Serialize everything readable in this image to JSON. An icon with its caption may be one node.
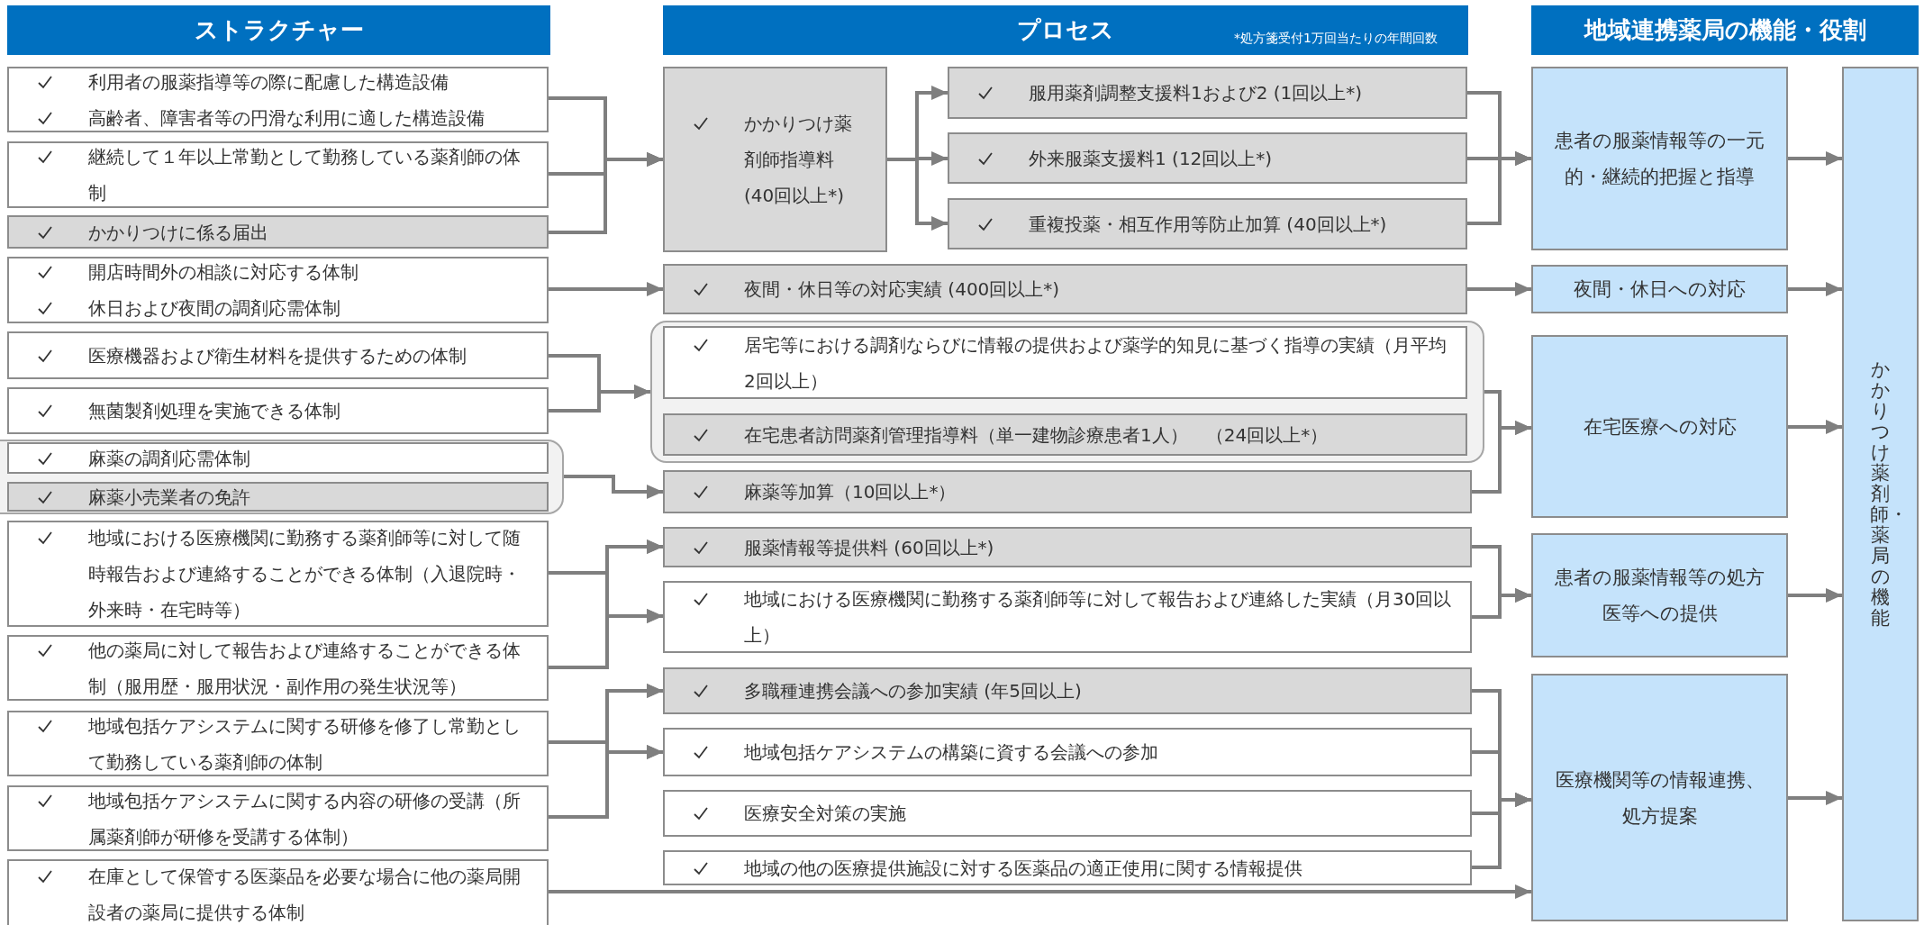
{
  "diagram": {
    "nodes": [
      {
        "text": [
          "ストラクチャー"
        ]
      },
      {
        "text": [
          "プロセス",
          "*処方箋受付1万回当たりの年間回数"
        ]
      },
      {
        "text": [
          "地域連携薬局の機能・役割"
        ]
      },
      {
        "text": [
          "利用者の服薬指導等の際に配慮した構造設備",
          "高齢者、障害者等の円滑な利用に適した構造設備"
        ]
      },
      {
        "text": [
          "継続して１年以上常勤として勤務している薬剤師の体制"
        ]
      },
      {
        "text": [
          "かかりつけに係る届出"
        ]
      },
      {
        "text": [
          "開店時間外の相談に対応する体制",
          "休日および夜間の調剤応需体制"
        ]
      },
      {
        "text": [
          "医療機器および衛生材料を提供するための体制"
        ]
      },
      {
        "text": [
          "無菌製剤処理を実施できる体制"
        ]
      },
      {
        "text": [],
        "shape": "box"
      },
      {
        "text": [
          "麻薬の調剤応需体制"
        ],
        "in": 9
      },
      {
        "text": [
          "麻薬小売業者の免許"
        ],
        "in": 9
      },
      {
        "text": [
          "地域における医療機関に勤務する薬剤師等に対して随時報告および連絡することができる体制（入退院時・外来時・在宅時等）"
        ]
      },
      {
        "text": [
          "他の薬局に対して報告および連絡することができる体制（服用歴・服用状況・副作用の発生状況等）"
        ]
      },
      {
        "text": [
          "地域包括ケアシステムに関する研修を修了し常勤として勤務している薬剤師の体制"
        ]
      },
      {
        "text": [
          "地域包括ケアシステムに関する内容の研修の受講（所属薬剤師が研修を受講する体制）"
        ]
      },
      {
        "text": [
          "在庫として保管する医薬品を必要な場合に他の薬局開設者の薬局に提供する体制"
        ]
      },
      {
        "text": [
          "かかりつけ薬剤師指導料 (40回以上*)"
        ]
      },
      {
        "text": [
          "服用薬剤調整支援料1および2 (1回以上*)"
        ]
      },
      {
        "text": [
          "外来服薬支援料1 (12回以上*)"
        ]
      },
      {
        "text": [
          "重複投薬・相互作用等防止加算 (40回以上*)"
        ]
      },
      {
        "text": [
          "夜間・休日等の対応実績 (400回以上*)"
        ]
      },
      {
        "text": [],
        "shape": "box"
      },
      {
        "text": [
          "居宅等における調剤ならびに情報の提供および薬学的知見に基づく指導の実績（月平均2回以上）"
        ],
        "in": 22
      },
      {
        "text": [
          "在宅患者訪問薬剤管理指導料（単一建物診療患者1人）　（24回以上*）"
        ],
        "in": 22
      },
      {
        "text": [
          "麻薬等加算（10回以上*）"
        ]
      },
      {
        "text": [
          "服薬情報等提供料 (60回以上*)"
        ]
      },
      {
        "text": [
          "地域における医療機関に勤務する薬剤師等に対して報告および連絡した実績（月30回以上）"
        ]
      },
      {
        "text": [
          "多職種連携会議への参加実績 (年5回以上)"
        ]
      },
      {
        "text": [
          "地域包括ケアシステムの構築に資する会議への参加"
        ]
      },
      {
        "text": [
          "医療安全対策の実施"
        ]
      },
      {
        "text": [
          "地域の他の医療提供施設に対する医薬品の適正使用に関する情報提供"
        ]
      },
      {
        "text": [
          "患者の服薬情報等の一元的・継続的把握と指導"
        ]
      },
      {
        "text": [
          "夜間・休日への対応"
        ]
      },
      {
        "text": [
          "在宅医療への対応"
        ]
      },
      {
        "text": [
          "患者の服薬情報等の処方医等への提供"
        ]
      },
      {
        "text": [
          "医療機関等の情報連携、処方提案"
        ]
      },
      {
        "text": [
          "かかりつけ薬剤師・薬局の機能"
        ]
      }
    ],
    "edges": [
      {
        "from": 3,
        "to": 17,
        "arrow": "to"
      },
      {
        "from": 4,
        "to": 17,
        "arrow": "to"
      },
      {
        "from": 5,
        "to": 17,
        "arrow": "to"
      },
      {
        "from": 17,
        "to": 18,
        "arrow": "to"
      },
      {
        "from": 17,
        "to": 19,
        "arrow": "to"
      },
      {
        "from": 17,
        "to": 20,
        "arrow": "to"
      },
      {
        "from": 18,
        "to": 32,
        "arrow": "to"
      },
      {
        "from": 19,
        "to": 32,
        "arrow": "to"
      },
      {
        "from": 20,
        "to": 32,
        "arrow": "to"
      },
      {
        "from": 6,
        "to": 21,
        "arrow": "to"
      },
      {
        "from": 21,
        "to": 33,
        "arrow": "to"
      },
      {
        "from": 7,
        "to": 22,
        "arrow": "to"
      },
      {
        "from": 8,
        "to": 22,
        "arrow": "to"
      },
      {
        "from": 9,
        "to": 25,
        "arrow": "to"
      },
      {
        "from": 22,
        "to": 34,
        "arrow": "to"
      },
      {
        "from": 25,
        "to": 34,
        "arrow": "to"
      },
      {
        "from": 12,
        "to": 26,
        "arrow": "to"
      },
      {
        "from": 12,
        "to": 27,
        "arrow": "to"
      },
      {
        "from": 13,
        "to": 26,
        "arrow": "to"
      },
      {
        "from": 13,
        "to": 27,
        "arrow": "to"
      },
      {
        "from": 14,
        "to": 28,
        "arrow": "to"
      },
      {
        "from": 14,
        "to": 29,
        "arrow": "to"
      },
      {
        "from": 15,
        "to": 28,
        "arrow": "to"
      },
      {
        "from": 15,
        "to": 29,
        "arrow": "to"
      },
      {
        "from": 26,
        "to": 35,
        "arrow": "to"
      },
      {
        "from": 27,
        "to": 35,
        "arrow": "to"
      },
      {
        "from": 28,
        "to": 36,
        "arrow": "to"
      },
      {
        "from": 29,
        "to": 36,
        "arrow": "to"
      },
      {
        "from": 30,
        "to": 36,
        "arrow": "to"
      },
      {
        "from": 31,
        "to": 36,
        "arrow": "to"
      },
      {
        "from": 16,
        "to": 36,
        "arrow": "to"
      },
      {
        "from": 32,
        "to": 37,
        "arrow": "to"
      },
      {
        "from": 33,
        "to": 37,
        "arrow": "to"
      },
      {
        "from": 34,
        "to": 37,
        "arrow": "to"
      },
      {
        "from": 35,
        "to": 37,
        "arrow": "to"
      },
      {
        "from": 36,
        "to": 37,
        "arrow": "to"
      }
    ]
  }
}
